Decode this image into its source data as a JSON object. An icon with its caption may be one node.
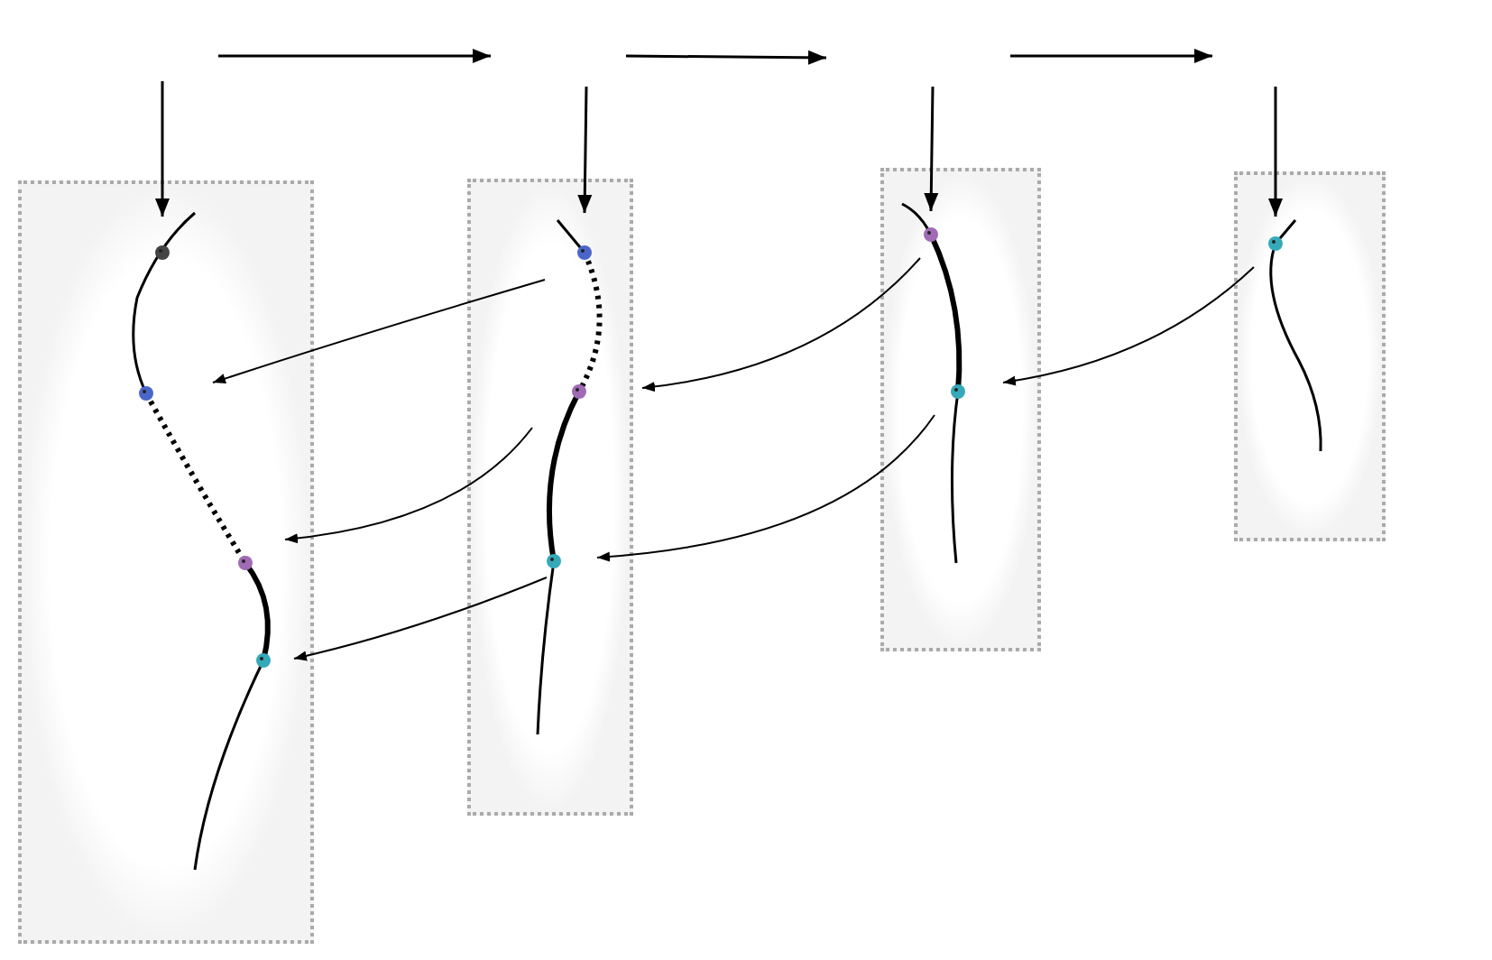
{
  "diagram": {
    "nodes": [
      {
        "text": [],
        "shape": "box"
      },
      {
        "text": [],
        "shape": "box"
      },
      {
        "text": [],
        "shape": "box"
      },
      {
        "text": [],
        "shape": "box"
      },
      {
        "text": [],
        "shape": "circle",
        "in": 0
      },
      {
        "text": [],
        "shape": "circle",
        "in": 0
      },
      {
        "text": [],
        "shape": "circle",
        "in": 0
      },
      {
        "text": [],
        "shape": "circle",
        "in": 0
      },
      {
        "text": [],
        "shape": "circle",
        "in": 1
      },
      {
        "text": [],
        "shape": "circle",
        "in": 1
      },
      {
        "text": [],
        "shape": "circle",
        "in": 1
      },
      {
        "text": [],
        "shape": "circle",
        "in": 2
      },
      {
        "text": [],
        "shape": "circle",
        "in": 2
      },
      {
        "text": [],
        "shape": "circle",
        "in": 3
      }
    ],
    "edges": [
      {
        "from": null,
        "to": 4,
        "arrow": "to"
      },
      {
        "from": null,
        "to": 8,
        "arrow": "to"
      },
      {
        "from": null,
        "to": 11,
        "arrow": "to"
      },
      {
        "from": null,
        "to": 13,
        "arrow": "to"
      },
      {
        "from": 8,
        "to": 5,
        "arrow": "to"
      },
      {
        "from": 9,
        "to": 6,
        "arrow": "to"
      },
      {
        "from": 10,
        "to": 7,
        "arrow": "to"
      },
      {
        "from": 11,
        "to": 9,
        "arrow": "to"
      },
      {
        "from": 12,
        "to": 10,
        "arrow": "to"
      },
      {
        "from": 13,
        "to": 12,
        "arrow": "to"
      }
    ]
  }
}
